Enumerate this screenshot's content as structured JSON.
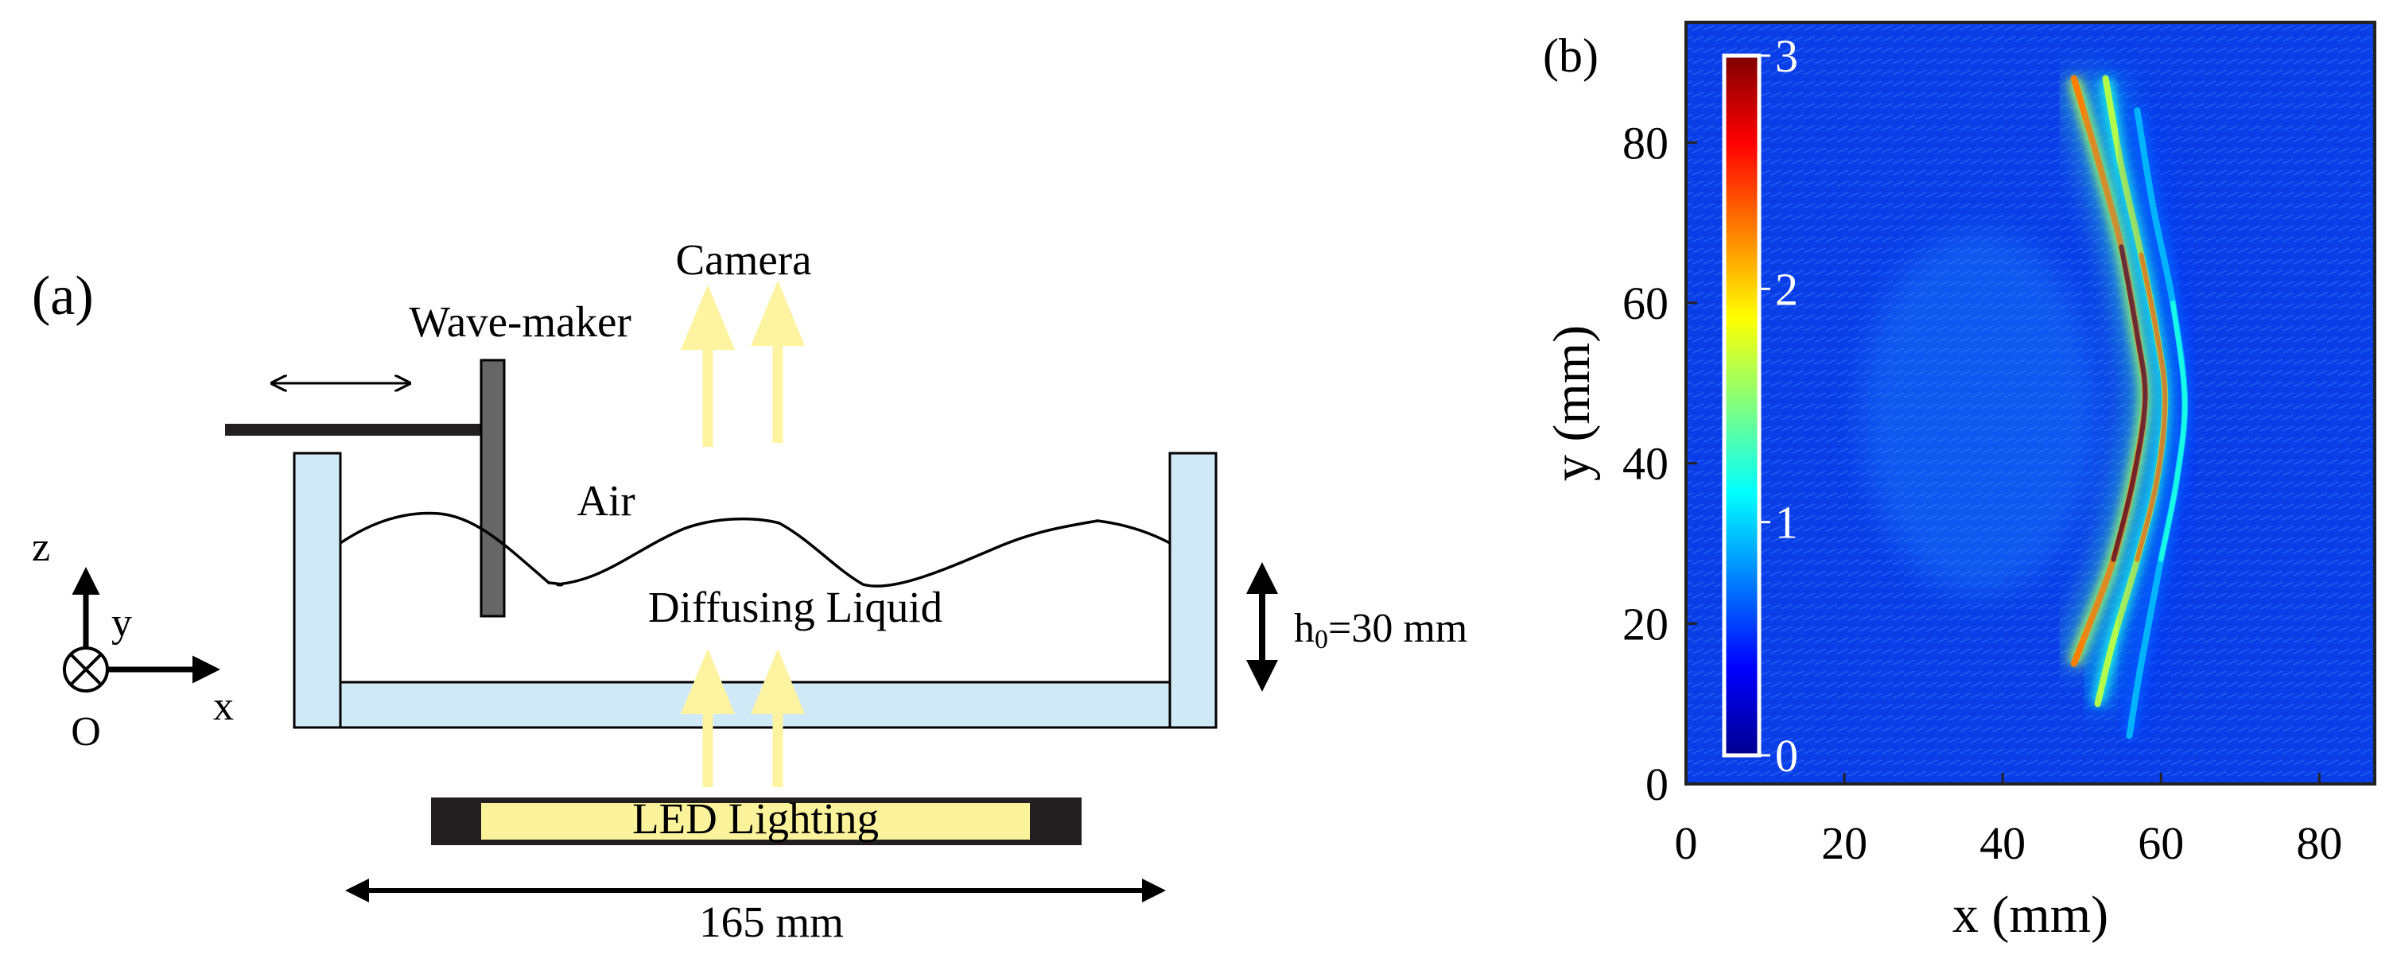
{
  "panel_a": {
    "label": "(a)",
    "camera": "Camera",
    "wave_maker": "Wave-maker",
    "air": "Air",
    "liquid": "Diffusing Liquid",
    "depth_prefix": "h",
    "depth_subscript": "0",
    "depth_value": "=30 mm",
    "led": "LED Lighting",
    "length": "165 mm",
    "axes": {
      "z": "z",
      "y": "y",
      "x": "x",
      "origin": "O"
    },
    "colors": {
      "tank": "#cfe9f7",
      "arrow": "#fdf3a0",
      "led": "#fbf39b",
      "wavemaker": "#666666"
    }
  },
  "panel_b": {
    "label": "(b)",
    "xlabel": "x (mm)",
    "ylabel": "y (mm)",
    "x_ticks": [
      "0",
      "20",
      "40",
      "60",
      "80"
    ],
    "y_ticks": [
      "0",
      "20",
      "40",
      "60",
      "80"
    ],
    "colorbar_ticks": [
      "0",
      "1",
      "2",
      "3"
    ],
    "colormap": "jet"
  },
  "chart_data": {
    "type": "heatmap",
    "xlabel": "x (mm)",
    "ylabel": "y (mm)",
    "xlim": [
      0,
      87
    ],
    "ylim": [
      0,
      95
    ],
    "clim": [
      0,
      3
    ],
    "colormap": "jet",
    "colorbar_ticks": [
      0,
      1,
      2,
      3
    ],
    "background_level": 0.4,
    "crest_lines": [
      {
        "points": [
          [
            49,
            88
          ],
          [
            52,
            78
          ],
          [
            55,
            67
          ],
          [
            57,
            56
          ],
          [
            58,
            48
          ],
          [
            56.5,
            38
          ],
          [
            54,
            28
          ],
          [
            51,
            20
          ],
          [
            49,
            15
          ]
        ],
        "peak": 3.0
      },
      {
        "points": [
          [
            53,
            88
          ],
          [
            55,
            77
          ],
          [
            57.5,
            66
          ],
          [
            59.5,
            56
          ],
          [
            60.5,
            48
          ],
          [
            59.5,
            38
          ],
          [
            57,
            28
          ],
          [
            54,
            18
          ],
          [
            52,
            10
          ]
        ],
        "peak": 2.2
      },
      {
        "points": [
          [
            57,
            84
          ],
          [
            59,
            72
          ],
          [
            61.5,
            60
          ],
          [
            63,
            48
          ],
          [
            62,
            38
          ],
          [
            60,
            28
          ],
          [
            57.5,
            15
          ],
          [
            56,
            6
          ]
        ],
        "peak": 1.2
      }
    ]
  }
}
